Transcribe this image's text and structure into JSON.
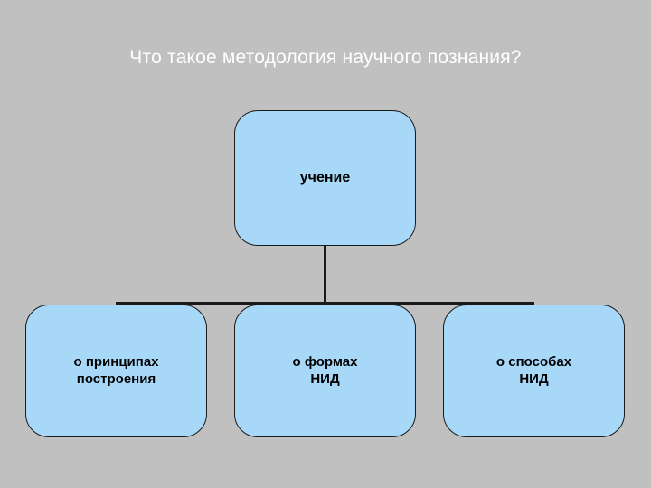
{
  "slide": {
    "title": "Что такое методология научного познания?",
    "background_color": "#c0c0c0",
    "title_color": "#ffffff",
    "node_fill_color": "#a8d8f8",
    "node_border_color": "#1a1a1a"
  },
  "diagram": {
    "type": "tree",
    "root": {
      "id": "root",
      "label": "учение"
    },
    "children": [
      {
        "id": "left",
        "line1": "о принципах",
        "line2": "построения"
      },
      {
        "id": "mid",
        "line1": "о формах",
        "line2": "НИД"
      },
      {
        "id": "right",
        "line1": "о способах",
        "line2": "НИД"
      }
    ]
  }
}
